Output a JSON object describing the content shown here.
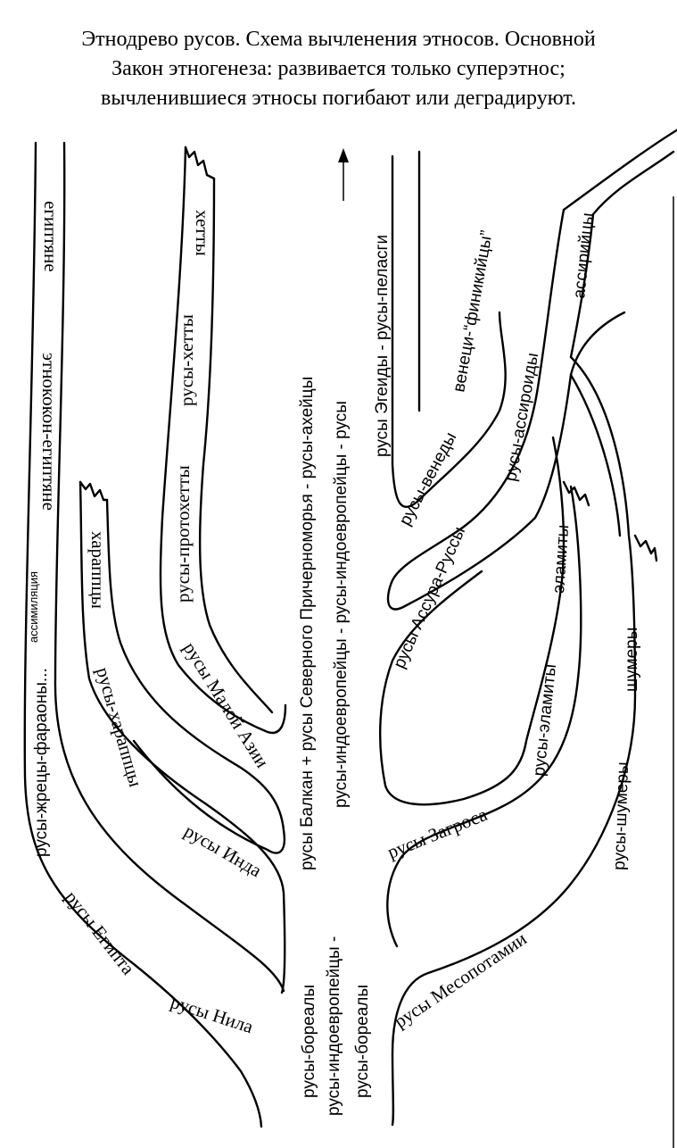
{
  "title": {
    "line1": "Этнодрево русов. Схема вычленения этносов. Основной",
    "line2": "Закон этногенеза: развивается только суперэтнос;",
    "line3": "вычленившиеся этносы погибают или деградируют."
  },
  "labels": {
    "egyptiane": "египтяне",
    "etnokokon": "этнококон-египтяне",
    "rusy_zhretsy": "русы-жрецы-фараоны...",
    "assimilyatsiya": "ассимиляция",
    "rusy_egipta": "русы Египта",
    "rusy_nila": "русы Нила",
    "kharappy": "хараппцы",
    "rusy_kharappy": "русы-хараппцы",
    "rusy_inda": "русы Инда",
    "khetty": "хетты",
    "rusy_khetty": "русы-хетты",
    "rusy_protokhetty": "русы-протохетты",
    "rusy_maloy_azii": "русы Малой Азии",
    "center_top": "русы Балкан + русы Северного Причерноморья - русы-ахейцы",
    "center_mid": "русы-индоевропейцы  -  русы-индоевропейцы  -  русы",
    "center_low": "русы-индоевропейцы  -",
    "rusy_borealy_1": "русы-бореалы",
    "rusy_borealy_2": "русы-бореалы",
    "pelasgi": "русы Эгеиды  -  русы-пеласги",
    "veneti_finikiytsy": "венеци-“финикийцы”",
    "rusy_venedy": "русы-венеды",
    "assiriytsy": "ассирийцы",
    "rusy_assiroidy": "русы-ассироиды",
    "rusy_assura": "русы Ассура-Руссы",
    "elamity": "эламиты",
    "rusy_elamity": "русы-эламиты",
    "rusy_zagrosa": "русы Загроса",
    "shumery": "шумеры",
    "rusy_shumery": "русы-шумеры",
    "rusy_mesopotamii": "русы Месопотамии"
  }
}
